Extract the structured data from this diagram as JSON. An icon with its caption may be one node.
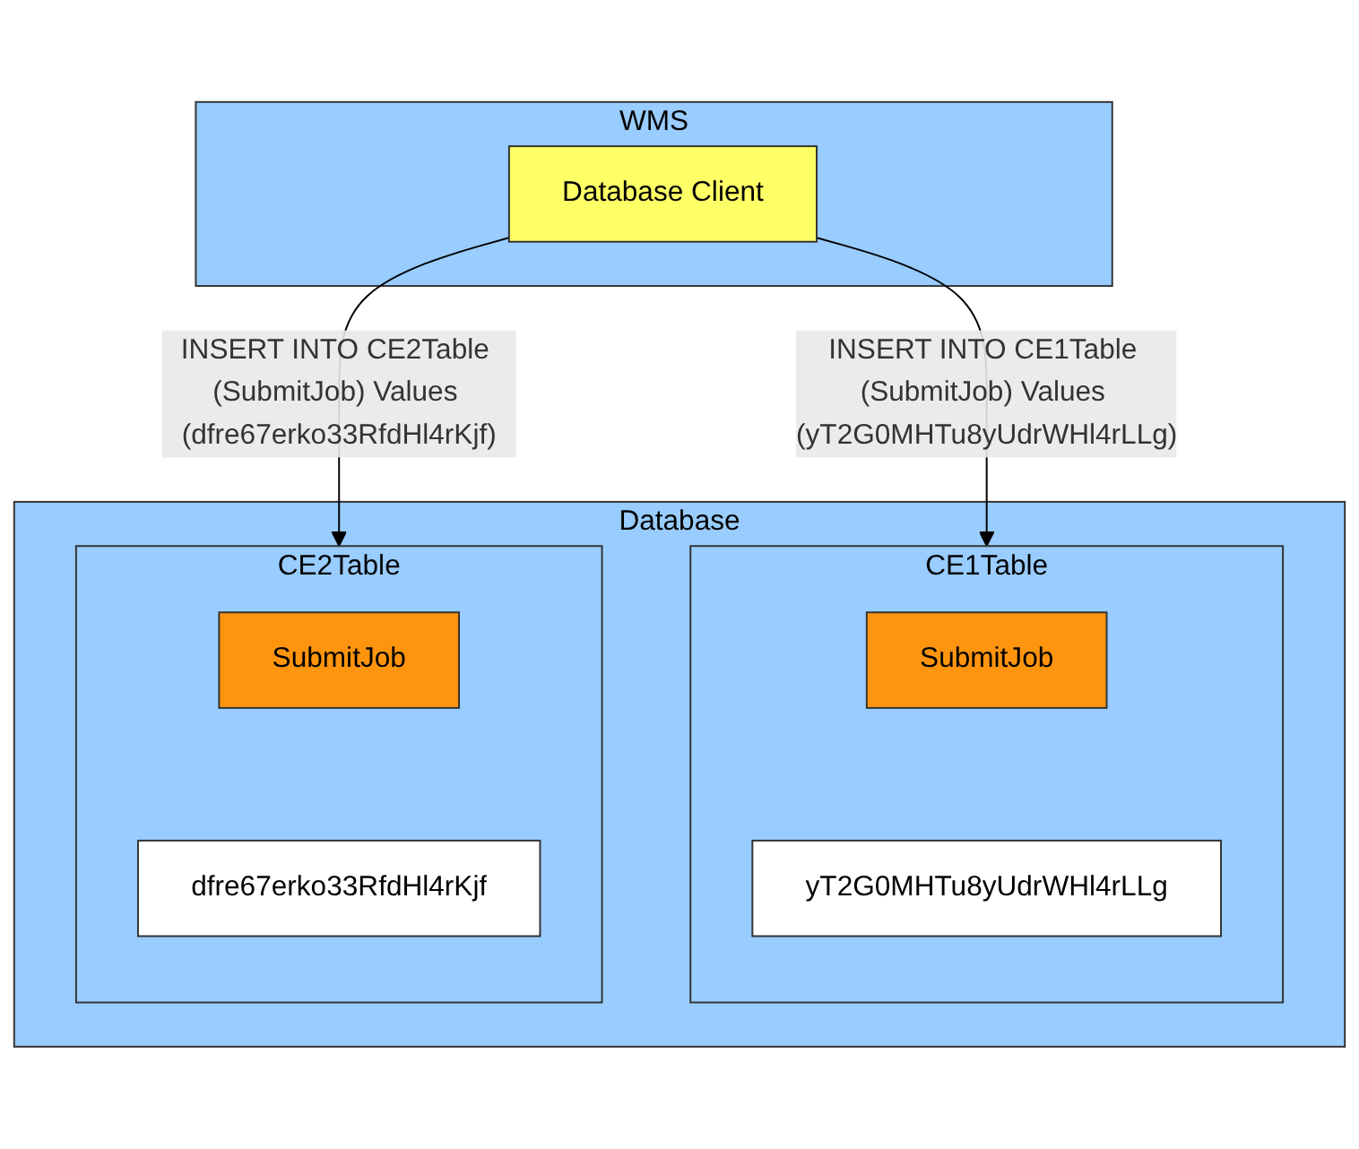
{
  "diagram": {
    "nodes": [
      {
        "text": [
          "WMS"
        ]
      },
      {
        "text": [
          "Database Client"
        ],
        "in": 0
      },
      {
        "text": [
          "Database"
        ]
      },
      {
        "text": [
          "CE1Table"
        ],
        "in": 2
      },
      {
        "text": [
          "SubmitJob"
        ],
        "in": 3
      },
      {
        "text": [
          "yT2G0MHTu8yUdrWHl4rLLg"
        ],
        "in": 3
      },
      {
        "text": [
          "CE2Table"
        ],
        "in": 2
      },
      {
        "text": [
          "SubmitJob"
        ],
        "in": 6
      },
      {
        "text": [
          "dfre67erko33RfdHl4rKjf"
        ],
        "in": 6
      }
    ],
    "edges": [
      {
        "from": 1,
        "to": 3,
        "arrow": "to",
        "label": "INSERT INTO CE1Table (SubmitJob) Values (yT2G0MHTu8yUdrWHl4rLLg)"
      },
      {
        "from": 1,
        "to": 6,
        "arrow": "to",
        "label": "INSERT INTO CE2Table (SubmitJob) Values (dfre67erko33RfdHl4rKjf)"
      }
    ]
  }
}
